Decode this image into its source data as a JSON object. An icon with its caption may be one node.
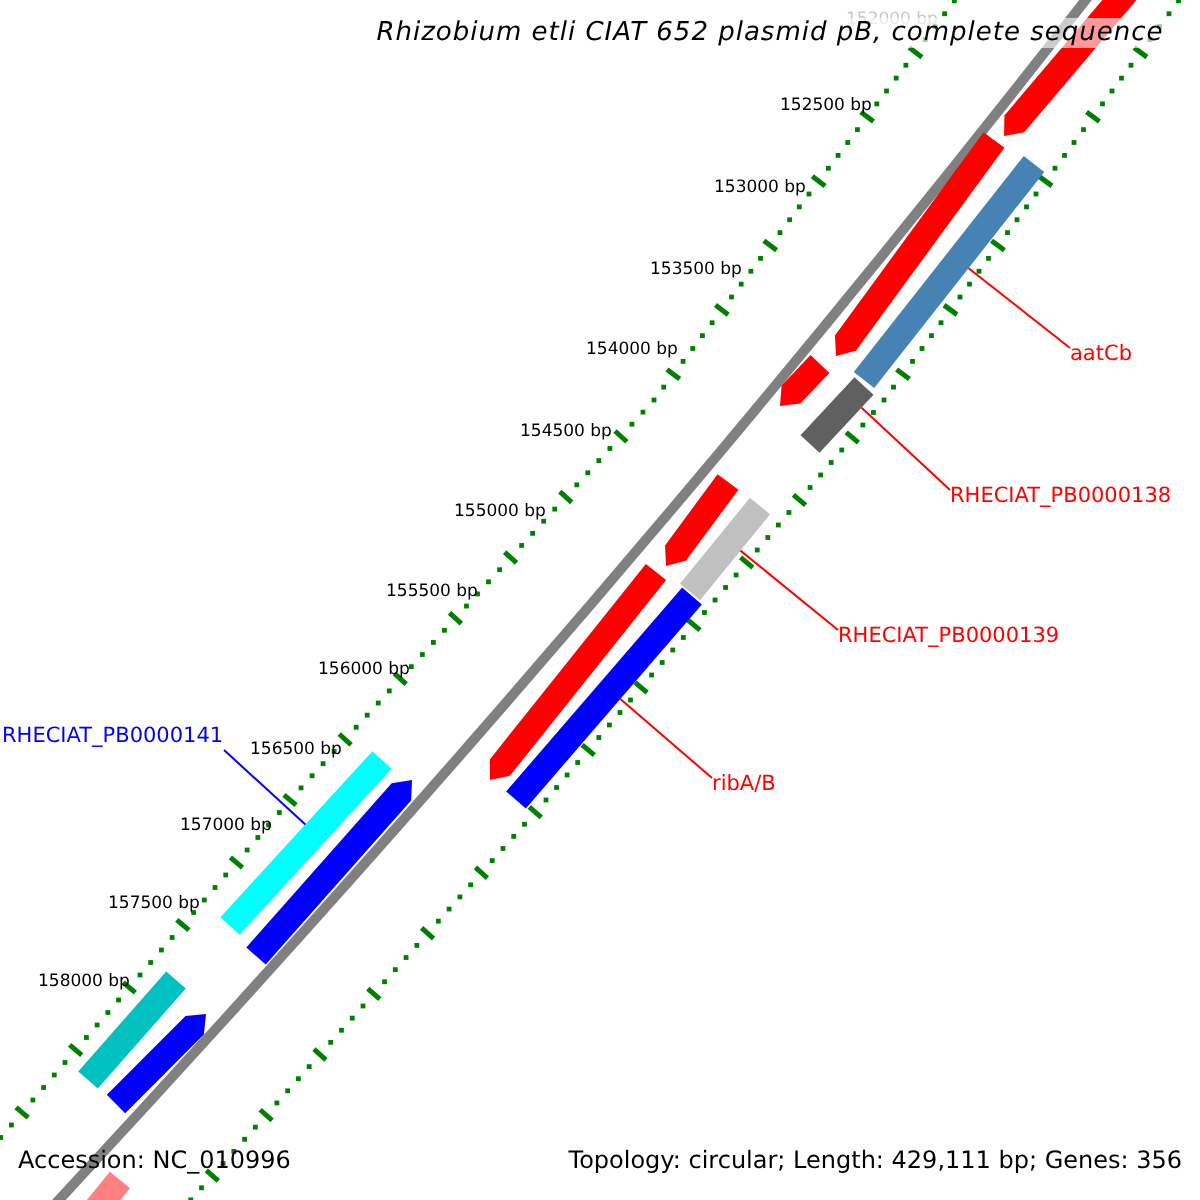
{
  "diagram": {
    "title": "Rhizobium etli CIAT 652 plasmid pB, complete sequence",
    "nodes": [
      {
        "text": [
          "aatCb"
        ]
      },
      {
        "text": [],
        "shape": "bar"
      },
      {
        "text": [
          "RHECIAT_PB0000138"
        ]
      },
      {
        "text": [],
        "shape": "bar"
      },
      {
        "text": [
          "RHECIAT_PB0000139"
        ]
      },
      {
        "text": [],
        "shape": "bar"
      },
      {
        "text": [
          "ribA/B"
        ]
      },
      {
        "text": [],
        "shape": "bar"
      },
      {
        "text": [
          "RHECIAT_PB0000141"
        ]
      },
      {
        "text": [],
        "shape": "bar"
      },
      {
        "text": [],
        "shape": "arrow"
      },
      {
        "text": [],
        "shape": "arrow"
      },
      {
        "text": [],
        "shape": "arrow"
      },
      {
        "text": [],
        "shape": "arrow"
      },
      {
        "text": [],
        "shape": "arrow"
      },
      {
        "text": [],
        "shape": "arrow"
      },
      {
        "text": [],
        "shape": "bar"
      },
      {
        "text": [],
        "shape": "arrow"
      },
      {
        "text": [],
        "shape": "bar"
      }
    ],
    "edges": [
      {
        "from": 0,
        "to": 1,
        "arrow": "none"
      },
      {
        "from": 2,
        "to": 3,
        "arrow": "none"
      },
      {
        "from": 4,
        "to": 5,
        "arrow": "none"
      },
      {
        "from": 6,
        "to": 7,
        "arrow": "none"
      },
      {
        "from": 8,
        "to": 9,
        "arrow": "none",
        "color": "#0000ff"
      }
    ],
    "labels": [
      "152000 bp",
      "152500 bp",
      "153000 bp",
      "153500 bp",
      "154000 bp",
      "154500 bp",
      "155000 bp",
      "155500 bp",
      "156000 bp",
      "156500 bp",
      "157000 bp",
      "157500 bp",
      "158000 bp",
      "Accession: NC_010996",
      "Topology: circular; Length: 429,111 bp; Genes: 356"
    ]
  }
}
